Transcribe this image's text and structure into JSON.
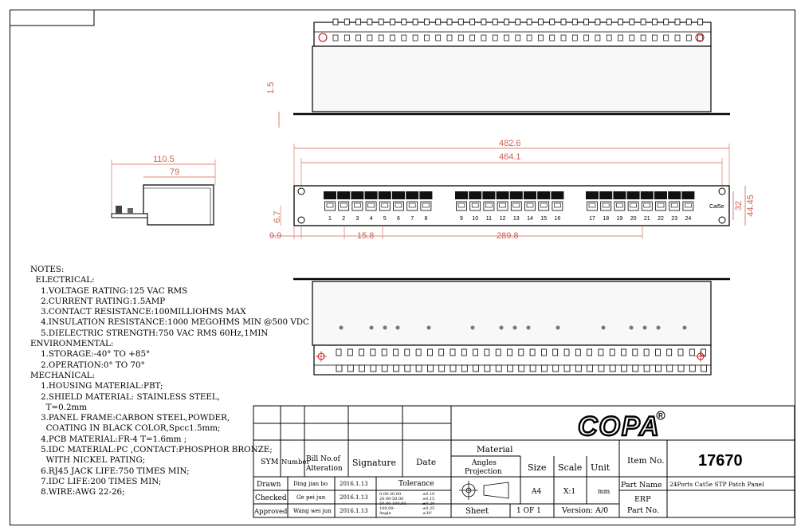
{
  "drawing": {
    "dimensions": {
      "top_offset": "1.5",
      "overall_width": "482.6",
      "hole_spacing": "464.1",
      "side_depth": "110.5",
      "side_depth_inner": "79",
      "height": "44.45",
      "hole_height": "32",
      "port_gap": "15.8",
      "ports_span": "289.8",
      "edge_offset": "9.9",
      "port_height": "6.7"
    },
    "panel_label": "Cat5e",
    "port_numbers": [
      "1",
      "2",
      "3",
      "4",
      "5",
      "6",
      "7",
      "8",
      "9",
      "10",
      "11",
      "12",
      "13",
      "14",
      "15",
      "16",
      "17",
      "18",
      "19",
      "20",
      "21",
      "22",
      "23",
      "24"
    ]
  },
  "notes": [
    "NOTES:",
    "  ELECTRICAL:",
    "    1.VOLTAGE RATING:125 VAC RMS",
    "    2.CURRENT RATING:1.5AMP",
    "    3.CONTACT RESISTANCE:100MILLIOHMS MAX",
    "    4.INSULATION RESISTANCE:1000 MEGOHMS MIN @500 VDC",
    "    5.DIELECTRIC STRENGTH:750 VAC RMS 60Hz,1MIN",
    "ENVIRONMENTAL:",
    "    1.STORAGE:-40° TO +85°",
    "    2.OPERATION:0° TO 70°",
    "MECHANICAL:",
    "    1.HOUSING MATERIAL:PBT;",
    "    2.SHIELD MATERIAL: STAINLESS STEEL,",
    "      T=0.2mm",
    "    3.PANEL FRAME:CARBON STEEL,POWDER,",
    "      COATING IN BLACK COLOR,Spcc1.5mm;",
    "    4.PCB MATERIAL:FR-4 T=1.6mm ;",
    "    5.IDC MATERIAL:PC ,CONTACT:PHOSPHOR BRONZE;",
    "      WITH NICKEL PATING;",
    "    6.RJ45 JACK LIFE:750 TIMES MIN;",
    "    7.IDC LIFE:200 TIMES MIN;",
    "    8.WIRE:AWG 22-26;"
  ],
  "title_block": {
    "logo": "COPA",
    "headers": {
      "sym": "SYM",
      "number": "Number",
      "bill_no": "Bill No.of",
      "alteration": "Alteration",
      "signature": "Signature",
      "date": "Date",
      "material": "Material",
      "angles": "Angles",
      "projection": "Projection",
      "size": "Size",
      "scale": "Scale",
      "unit": "Unit",
      "item_no": "Item No.",
      "part_name": "Part Name",
      "erp": "ERP",
      "part_no": "Part No.",
      "tolerance": "Tolerance",
      "sheet": "Sheet"
    },
    "rows": [
      {
        "role": "Drawn",
        "name": "Ding jian bo",
        "date": "2016.1.13"
      },
      {
        "role": "Checked",
        "name": "Ge pei jun",
        "date": "2016.1.13"
      },
      {
        "role": "Approved",
        "name": "Wang wei jun",
        "date": "2016.1.13"
      }
    ],
    "tolerance_rows": [
      {
        "range": "0.00-20.00",
        "value": "±0.10"
      },
      {
        "range": "20.00-50.00",
        "value": "±0.15"
      },
      {
        "range": "50.00-100.00",
        "value": "±0.20"
      },
      {
        "range": "100.00-",
        "value": "±0.25"
      },
      {
        "range": "Angle",
        "value": "±30'"
      }
    ],
    "size": "A4",
    "scale": "X:1",
    "unit": "mm",
    "item_no": "17670",
    "part_name": "24Ports Cat5e STP Patch Panel",
    "sheet": "1 OF 1",
    "version": "Version: A/0"
  }
}
